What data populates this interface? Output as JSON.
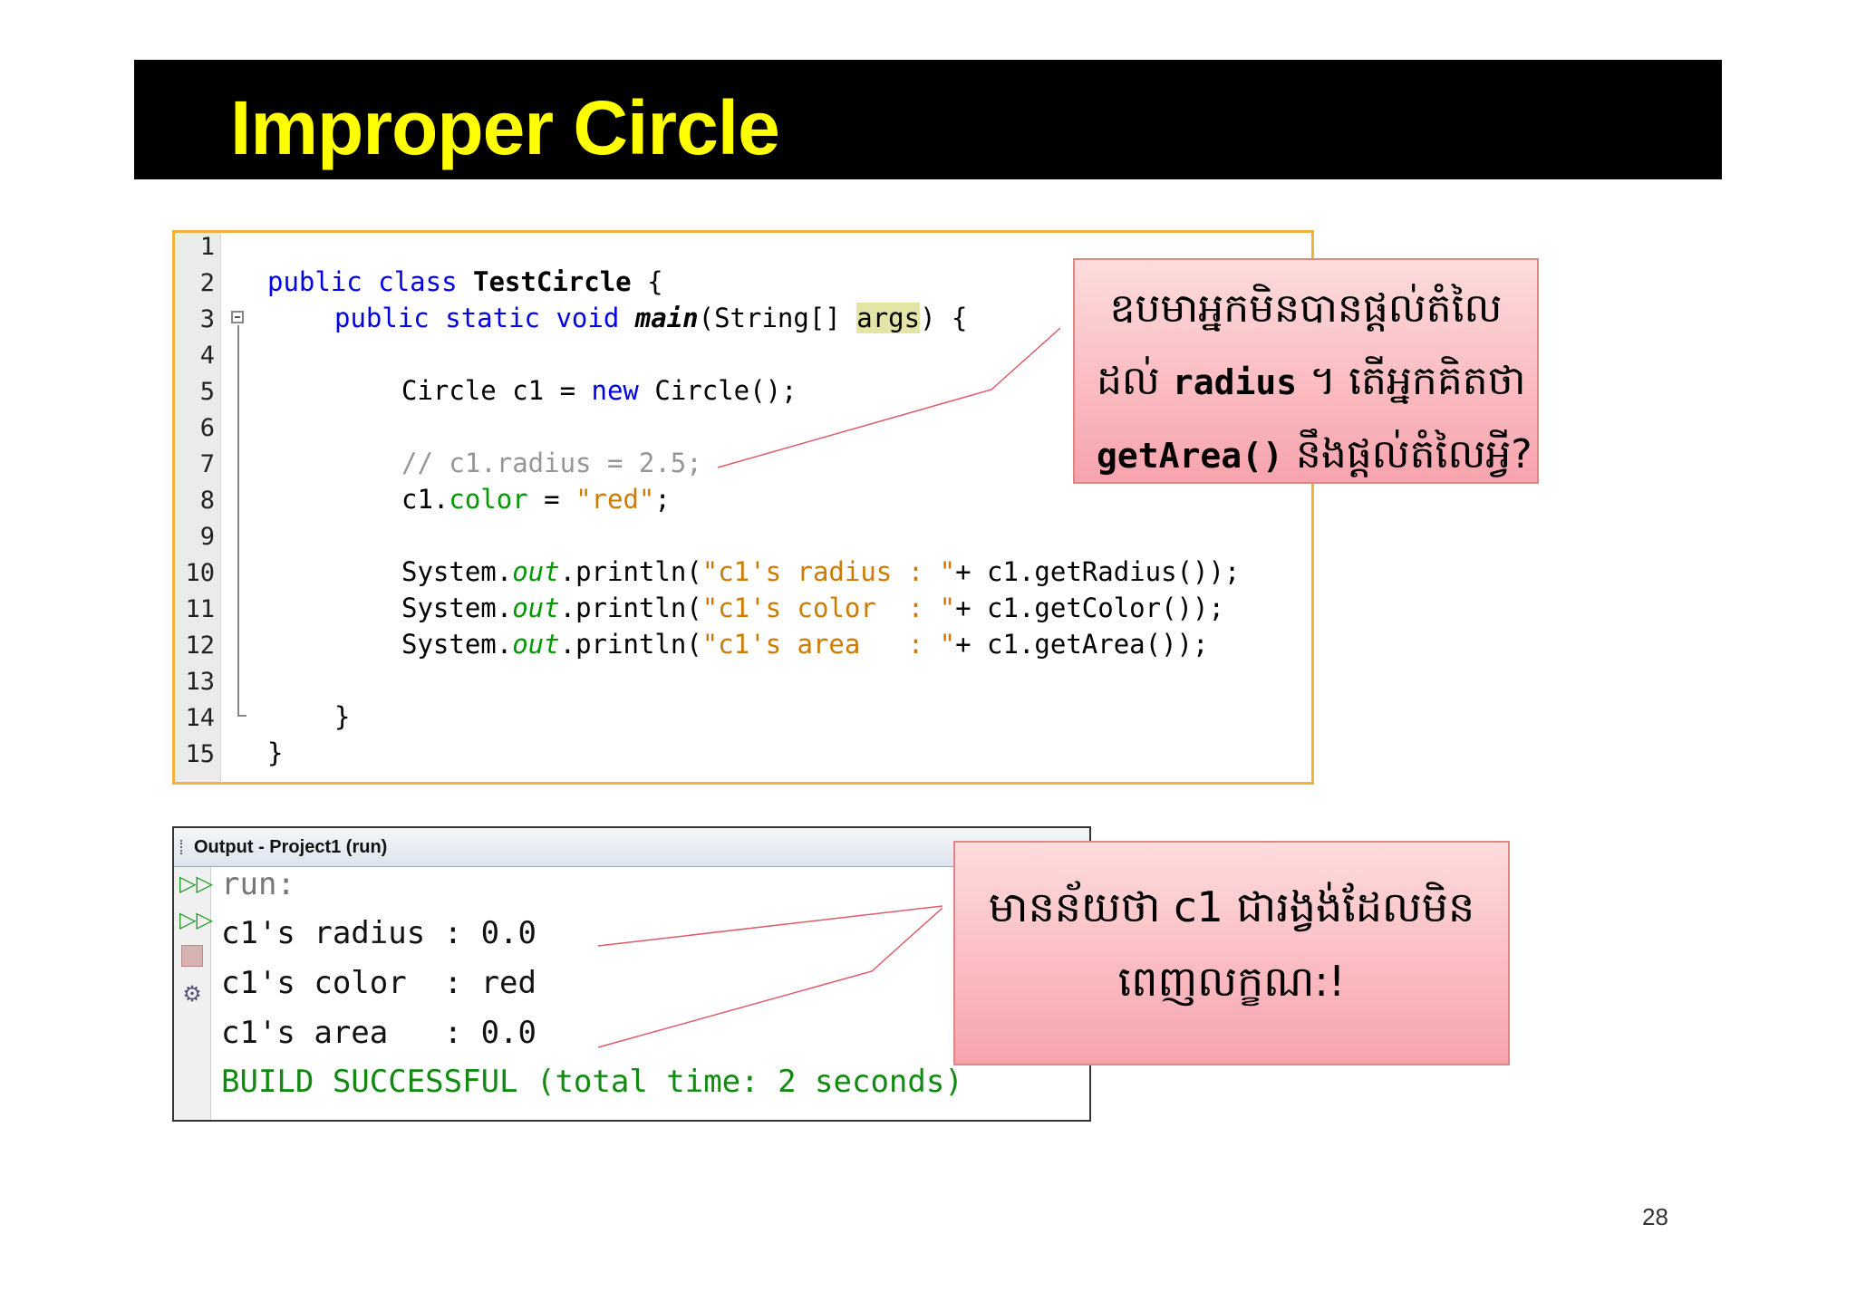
{
  "slide": {
    "title": "Improper Circle",
    "page_number": "28"
  },
  "code": {
    "line_numbers": [
      "1",
      "2",
      "3",
      "4",
      "5",
      "6",
      "7",
      "8",
      "9",
      "10",
      "11",
      "12",
      "13",
      "14",
      "15"
    ],
    "line2": {
      "kw1": "public",
      "kw2": "class",
      "classname": "TestCircle",
      "rest": " {"
    },
    "line3": {
      "kw1": "public",
      "kw2": "static",
      "kw3": "void",
      "method": "main",
      "params_open": "(String[] ",
      "arg": "args",
      "params_close": ") {"
    },
    "line5": {
      "pre": "Circle c1 = ",
      "kw": "new",
      "post": " Circle();"
    },
    "line7": {
      "comment": "// c1.radius = 2.5;"
    },
    "line8": {
      "obj": "c1.",
      "field": "color",
      "eq": " = ",
      "str": "\"red\"",
      "end": ";"
    },
    "line10": {
      "sys": "System.",
      "out": "out",
      "call": ".println(",
      "str": "\"c1's radius : \"",
      "rest": "+ c1.getRadius());"
    },
    "line11": {
      "sys": "System.",
      "out": "out",
      "call": ".println(",
      "str": "\"c1's color  : \"",
      "rest": "+ c1.getColor());"
    },
    "line12": {
      "sys": "System.",
      "out": "out",
      "call": ".println(",
      "str": "\"c1's area   : \"",
      "rest": "+ c1.getArea());"
    },
    "line14": {
      "text": "}"
    },
    "line15": {
      "text": "}"
    }
  },
  "callout_top": {
    "line1": "ឧបមាអ្នកមិនបានផ្តល់តំលៃ",
    "line2_pre": "ដល់ ",
    "line2_code": "radius",
    "line2_post": " ។ តើអ្នកគិតថា",
    "line3_code": "getArea()",
    "line3_post": " នឹងផ្តល់តំលៃអ្វី?"
  },
  "output": {
    "title": "Output - Project1 (run)",
    "lines": {
      "run": "run:",
      "radius": "c1's radius : 0.0",
      "color": "c1's color  : red",
      "area": "c1's area   : 0.0",
      "build": "BUILD SUCCESSFUL (total time: 2 seconds)"
    }
  },
  "callout_bottom": {
    "line1": "មានន័យថា c1 ជារង្វង់ដែលមិន",
    "line2": "ពេញលក្ខណ:!"
  },
  "colors": {
    "title_bg": "#000000",
    "title_text": "#ffff00",
    "code_border": "#f2b33d",
    "keyword": "#0000e6",
    "string": "#ce7b00",
    "field": "#009900",
    "comment": "#969696",
    "callout_fill": "#f7a3ad",
    "callout_border": "#e08585",
    "pointer_line": "#e05a6a",
    "build_success": "#128a12"
  },
  "icons": {
    "rerun": "rerun-icon",
    "rerun_with_options": "rerun-options-icon",
    "stop": "stop-icon",
    "settings": "settings-icon"
  }
}
